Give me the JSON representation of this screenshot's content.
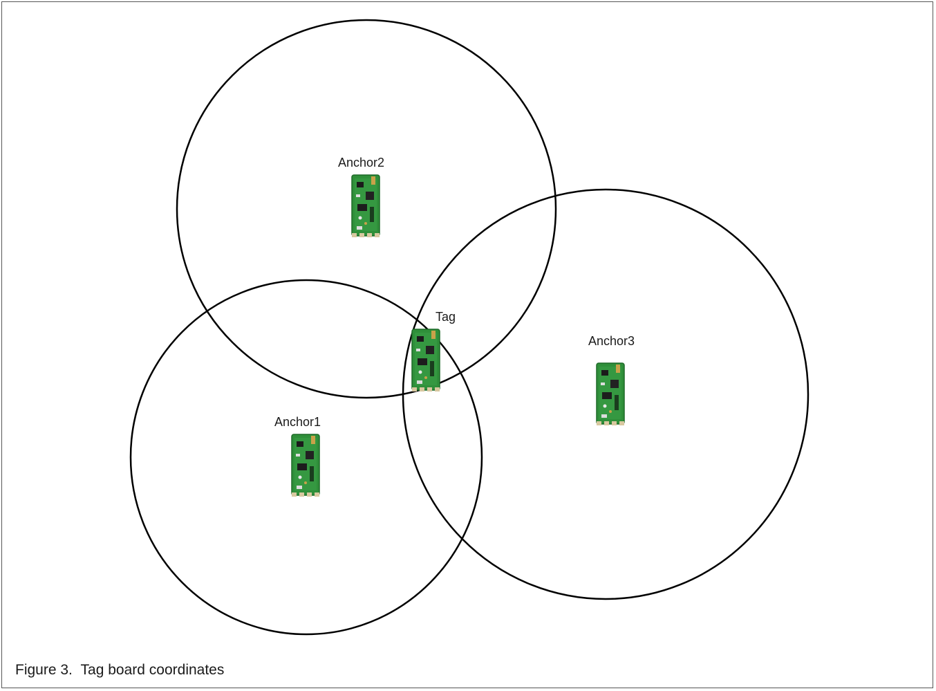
{
  "diagram": {
    "nodes": {
      "anchor1": {
        "label": "Anchor1"
      },
      "anchor2": {
        "label": "Anchor2"
      },
      "anchor3": {
        "label": "Anchor3"
      },
      "tag": {
        "label": "Tag"
      }
    },
    "colors": {
      "circle_stroke": "#000000",
      "board_green": "#2f8f3a",
      "board_dark": "#1f6a28",
      "board_gold": "#c9a24a"
    }
  },
  "caption": {
    "prefix": "Figure 3.",
    "text": "Tag board coordinates"
  }
}
